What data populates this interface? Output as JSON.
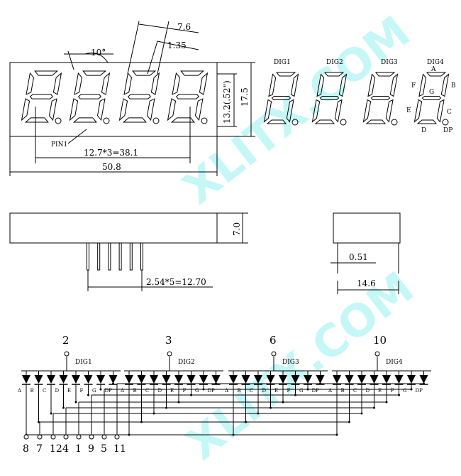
{
  "front_view": {
    "dim_segment_width": "7.6",
    "dim_segment_thickness": "1.35",
    "dim_slant": "10°",
    "dim_digit_height": "13.2(.52\")",
    "dim_body_height": "17.5",
    "dim_pitch": "12.7*3=38.1",
    "dim_body_width": "50.8",
    "pin1_label": "PIN1"
  },
  "digit_legend": {
    "digits": [
      "DIG1",
      "DIG2",
      "DIG3",
      "DIG4"
    ],
    "segment_labels": {
      "a": "A",
      "b": "B",
      "c": "C",
      "d": "D",
      "e": "E",
      "f": "F",
      "g": "G",
      "dp": "DP"
    }
  },
  "side_views": {
    "dim_body_depth": "7.0",
    "dim_pin_spacing": "2.54*5=12.70",
    "dim_pin_diameter": "0.51",
    "dim_side_width": "14.6"
  },
  "schematic": {
    "groups": [
      {
        "name": "DIG1",
        "common_pin": "2"
      },
      {
        "name": "DIG2",
        "common_pin": "3"
      },
      {
        "name": "DIG3",
        "common_pin": "6"
      },
      {
        "name": "DIG4",
        "common_pin": "10"
      }
    ],
    "segment_names": [
      "A",
      "B",
      "C",
      "D",
      "E",
      "F",
      "G",
      "DP"
    ],
    "bottom_pins": [
      "8",
      "7",
      "12",
      "4",
      "1",
      "9",
      "5",
      "11"
    ]
  },
  "watermark": "XLITX.COM"
}
